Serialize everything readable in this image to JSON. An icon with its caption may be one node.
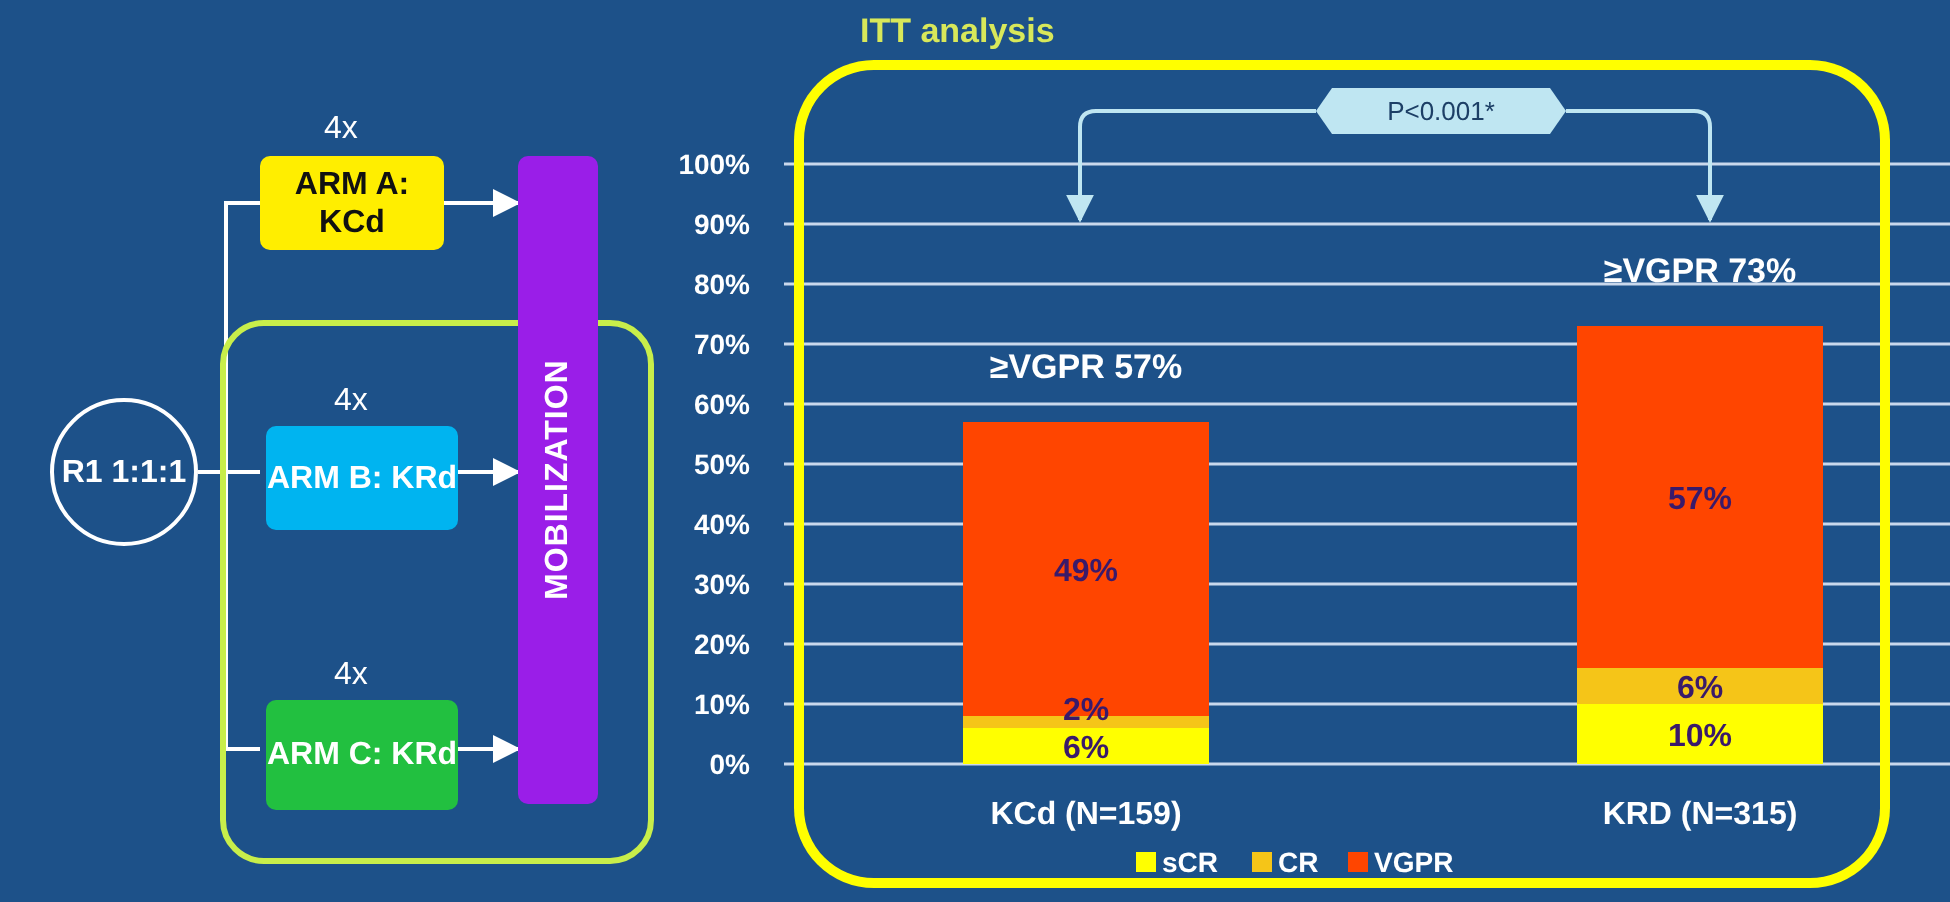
{
  "diagram": {
    "title": "ITT analysis",
    "nodes": [
      {
        "text": [
          "R1 1:1:1"
        ]
      },
      {
        "text": [
          "ARM A: KCd"
        ],
        "beside": [
          "4x"
        ]
      },
      {
        "text": [],
        "shape": "box"
      },
      {
        "text": [
          "ARM B: KRd"
        ],
        "beside": [
          "4x"
        ],
        "in": 2
      },
      {
        "text": [
          "ARM C: KRd"
        ],
        "beside": [
          "4x"
        ],
        "in": 2
      },
      {
        "text": [
          "MOBILIZATION"
        ]
      },
      {
        "text": [],
        "shape": "box"
      },
      {
        "text": [
          "P<0.001*"
        ],
        "in": 6
      }
    ],
    "edges": [
      {
        "from": 0,
        "to": 1,
        "arrow": "none"
      },
      {
        "from": 0,
        "to": 3,
        "arrow": "none"
      },
      {
        "from": 0,
        "to": 4,
        "arrow": "none"
      },
      {
        "from": 1,
        "to": 5,
        "arrow": "to"
      },
      {
        "from": 3,
        "to": 5,
        "arrow": "to"
      },
      {
        "from": 4,
        "to": 5,
        "arrow": "to"
      },
      {
        "from": 7,
        "to": null,
        "arrow": "to",
        "color": "#bfe6f2"
      },
      {
        "from": 7,
        "to": null,
        "arrow": "to",
        "color": "#bfe6f2"
      }
    ],
    "chart_data": {
      "type": "bar",
      "stacked": true,
      "orientation": "vertical",
      "grid": true,
      "legend": "bottom",
      "categories": [
        "KCd (N=159)",
        "KRD (N=315)"
      ],
      "series": [
        {
          "name": "sCR",
          "color": "#ffff00",
          "values": [
            6,
            10
          ],
          "value_labels": [
            "6%",
            "10%"
          ]
        },
        {
          "name": "CR",
          "color": "#f5c518",
          "values": [
            2,
            6
          ],
          "value_labels": [
            "2%",
            "6%"
          ]
        },
        {
          "name": "VGPR",
          "color": "#ff4500",
          "values": [
            49,
            57
          ],
          "value_labels": [
            "49%",
            "57%"
          ]
        }
      ],
      "ylim": [
        0,
        100
      ],
      "yticks": [
        {
          "value": 0,
          "label": "0%"
        },
        {
          "value": 10,
          "label": "10%"
        },
        {
          "value": 20,
          "label": "20%"
        },
        {
          "value": 30,
          "label": "30%"
        },
        {
          "value": 40,
          "label": "40%"
        },
        {
          "value": 50,
          "label": "50%"
        },
        {
          "value": 60,
          "label": "60%"
        },
        {
          "value": 70,
          "label": "70%"
        },
        {
          "value": 80,
          "label": "80%"
        },
        {
          "value": 90,
          "label": "90%"
        },
        {
          "value": 100,
          "label": "100%"
        }
      ],
      "annotations": [
        "≥VGPR 57%",
        "≥VGPR 73%"
      ]
    }
  }
}
